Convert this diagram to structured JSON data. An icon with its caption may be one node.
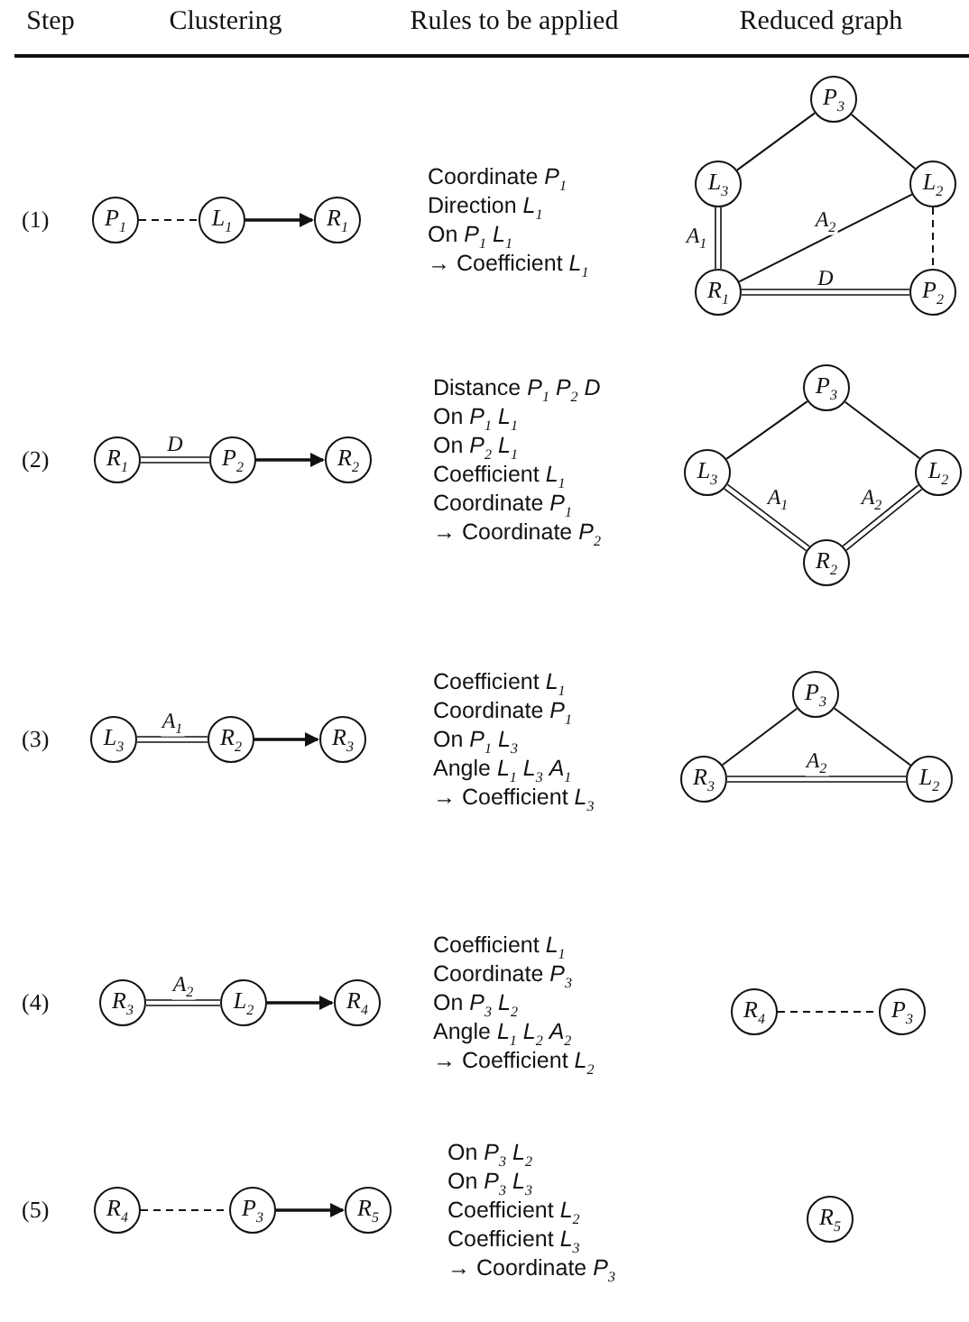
{
  "diagram": {
    "nodes": [
      {
        "text": [
          "P$_{1}$"
        ]
      },
      {
        "text": [
          "L$_{1}$"
        ]
      },
      {
        "text": [
          "R$_{1}$"
        ]
      },
      {
        "text": [
          "P$_{3}$"
        ]
      },
      {
        "text": [
          "L$_{3}$"
        ]
      },
      {
        "text": [
          "L$_{2}$"
        ]
      },
      {
        "text": [
          "R$_{1}$"
        ]
      },
      {
        "text": [
          "P$_{2}$"
        ]
      },
      {
        "text": [
          "R$_{1}$"
        ]
      },
      {
        "text": [
          "P$_{2}$"
        ]
      },
      {
        "text": [
          "R$_{2}$"
        ]
      },
      {
        "text": [
          "P$_{3}$"
        ]
      },
      {
        "text": [
          "L$_{3}$"
        ]
      },
      {
        "text": [
          "L$_{2}$"
        ]
      },
      {
        "text": [
          "R$_{2}$"
        ]
      },
      {
        "text": [
          "L$_{3}$"
        ]
      },
      {
        "text": [
          "R$_{2}$"
        ]
      },
      {
        "text": [
          "R$_{3}$"
        ]
      },
      {
        "text": [
          "P$_{3}$"
        ]
      },
      {
        "text": [
          "R$_{3}$"
        ]
      },
      {
        "text": [
          "L$_{2}$"
        ]
      },
      {
        "text": [
          "R$_{3}$"
        ]
      },
      {
        "text": [
          "L$_{2}$"
        ]
      },
      {
        "text": [
          "R$_{4}$"
        ]
      },
      {
        "text": [
          "R$_{4}$"
        ]
      },
      {
        "text": [
          "P$_{3}$"
        ]
      },
      {
        "text": [
          "R$_{4}$"
        ]
      },
      {
        "text": [
          "P$_{3}$"
        ]
      },
      {
        "text": [
          "R$_{5}$"
        ]
      },
      {
        "text": [
          "R$_{5}$"
        ]
      }
    ],
    "edges": [
      {
        "from": 0,
        "to": 1,
        "arrow": "none",
        "style": "dashed"
      },
      {
        "from": 1,
        "to": 2,
        "arrow": "to"
      },
      {
        "from": 3,
        "to": 4,
        "arrow": "none"
      },
      {
        "from": 3,
        "to": 5,
        "arrow": "none"
      },
      {
        "from": 4,
        "to": 6,
        "arrow": "none",
        "label": "A$_{1}$"
      },
      {
        "from": 5,
        "to": 6,
        "arrow": "none",
        "label": "A$_{2}$"
      },
      {
        "from": 5,
        "to": 7,
        "arrow": "none",
        "style": "dashed"
      },
      {
        "from": 6,
        "to": 7,
        "arrow": "none",
        "label": "D"
      },
      {
        "from": 8,
        "to": 9,
        "arrow": "none",
        "label": "D"
      },
      {
        "from": 9,
        "to": 10,
        "arrow": "to"
      },
      {
        "from": 11,
        "to": 12,
        "arrow": "none"
      },
      {
        "from": 11,
        "to": 13,
        "arrow": "none"
      },
      {
        "from": 12,
        "to": 14,
        "arrow": "none",
        "label": "A$_{1}$"
      },
      {
        "from": 13,
        "to": 14,
        "arrow": "none",
        "label": "A$_{2}$"
      },
      {
        "from": 15,
        "to": 16,
        "arrow": "none",
        "label": "A$_{1}$"
      },
      {
        "from": 16,
        "to": 17,
        "arrow": "to"
      },
      {
        "from": 18,
        "to": 19,
        "arrow": "none"
      },
      {
        "from": 18,
        "to": 20,
        "arrow": "none"
      },
      {
        "from": 19,
        "to": 20,
        "arrow": "none",
        "label": "A$_{2}$"
      },
      {
        "from": 21,
        "to": 22,
        "arrow": "none",
        "label": "A$_{2}$"
      },
      {
        "from": 22,
        "to": 23,
        "arrow": "to"
      },
      {
        "from": 24,
        "to": 25,
        "arrow": "none",
        "style": "dashed"
      },
      {
        "from": 26,
        "to": 27,
        "arrow": "none",
        "style": "dashed"
      },
      {
        "from": 27,
        "to": 28,
        "arrow": "to"
      }
    ],
    "labels": [
      "Step",
      "Clustering",
      "Rules to be applied",
      "Reduced graph",
      "(1)",
      "Coordinate *P*$_{1}$",
      "Direction *L*$_{1}$",
      "On *P*$_{1}$ *L*$_{1}$",
      "→ Coefficient *L*$_{1}$",
      "(2)",
      "Distance *P*$_{1}$ *P*$_{2}$ *D*",
      "On *P*$_{1}$ *L*$_{1}$",
      "On *P*$_{2}$ *L*$_{1}$",
      "Coefficient *L*$_{1}$",
      "Coordinate *P*$_{1}$",
      "→ Coordinate *P*$_{2}$",
      "(3)",
      "Coefficient *L*$_{1}$",
      "Coordinate *P*$_{1}$",
      "On *P*$_{1}$ *L*$_{3}$",
      "Angle *L*$_{1}$ *L*$_{3}$ *A*$_{1}$",
      "→ Coefficient *L*$_{3}$",
      "(4)",
      "Coefficient *L*$_{1}$",
      "Coordinate *P*$_{3}$",
      "On *P*$_{3}$ *L*$_{2}$",
      "Angle *L*$_{1}$ *L*$_{2}$ *A*$_{2}$",
      "→ Coefficient *L*$_{2}$",
      "(5)",
      "On *P*$_{3}$ *L*$_{2}$",
      "On *P*$_{3}$ *L*$_{3}$",
      "Coefficient *L*$_{2}$",
      "Coefficient *L*$_{3}$",
      "→ Coordinate *P*$_{3}$"
    ]
  }
}
